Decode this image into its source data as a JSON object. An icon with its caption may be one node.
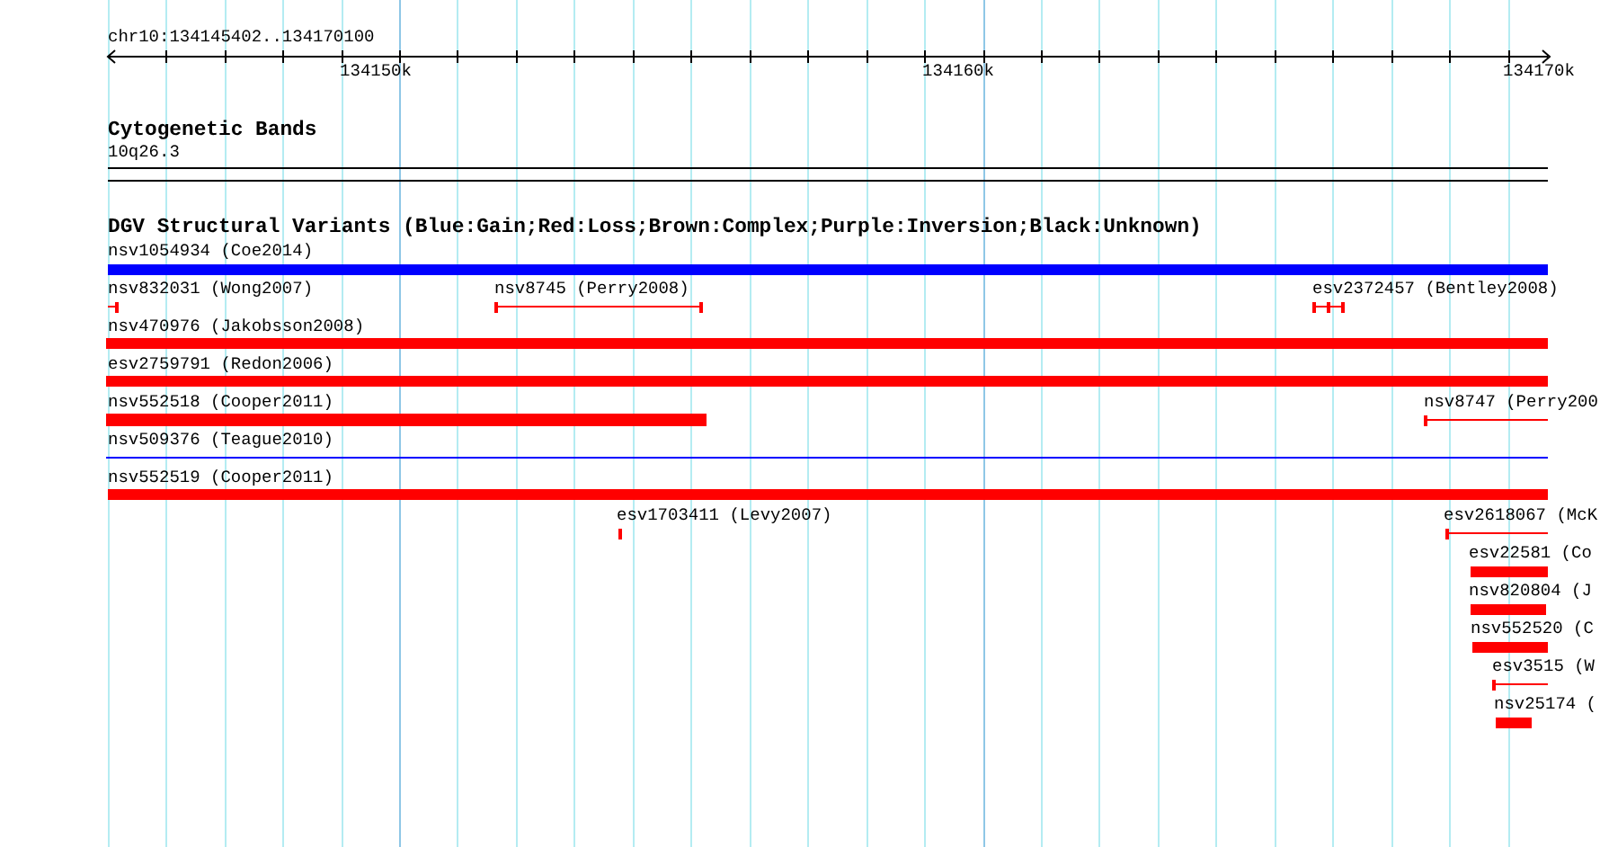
{
  "diagram": {
    "labels": [
      "chr10:134145402..134170100",
      "134150k",
      "134160k",
      "134170k",
      "Cytogenetic Bands",
      "10q26.3",
      "DGV Structural Variants (Blue:Gain;Red:Loss;Brown:Complex;Purple:Inversion;Black:Unknown)",
      "nsv1054934 (Coe2014)",
      "nsv832031 (Wong2007)",
      "nsv8745 (Perry2008)",
      "esv2372457 (Bentley2008)",
      "nsv470976 (Jakobsson2008)",
      "esv2759791 (Redon2006)",
      "nsv552518 (Cooper2011)",
      "nsv8747 (Perry200",
      "nsv509376 (Teague2010)",
      "nsv552519 (Cooper2011)",
      "esv1703411 (Levy2007)",
      "esv2618067 (McK",
      "esv22581 (Co",
      "nsv820804 (J",
      "nsv552520 (C",
      "esv3515 (W",
      "nsv25174 ("
    ]
  }
}
